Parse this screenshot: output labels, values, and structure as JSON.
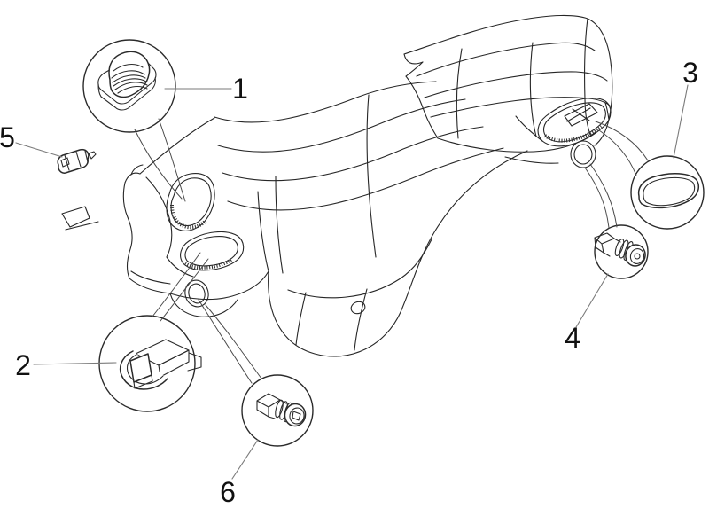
{
  "canvas": {
    "background": "#ffffff",
    "line_color": "#262626",
    "leader_color": "#7a7a7a",
    "label_color": "#111111"
  },
  "callouts": [
    {
      "label": "1",
      "part": "rocker-switch"
    },
    {
      "label": "2",
      "part": "guarded-slider-switch"
    },
    {
      "label": "3",
      "part": "oval-lens-cover"
    },
    {
      "label": "4",
      "part": "push-button-switch"
    },
    {
      "label": "5",
      "part": "indicator-bulb"
    },
    {
      "label": "6",
      "part": "push-button-switch"
    }
  ]
}
